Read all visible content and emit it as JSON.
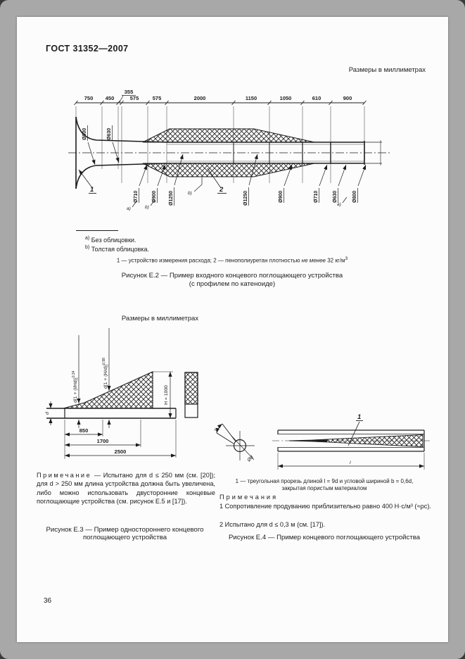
{
  "page": {
    "header": "ГОСТ 31352—2007",
    "units_label_top": "Размеры в миллиметрах",
    "units_label_mid": "Размеры в миллиметрах",
    "page_number": "36"
  },
  "fig_e2": {
    "dims_top": [
      "750",
      "450",
      "575",
      "575",
      "2000",
      "1150",
      "1050",
      "610",
      "900"
    ],
    "dim_offset": "355",
    "diam_labels": [
      "Ø800",
      "Ø630",
      "Ø710",
      "Ø900",
      "Ø1250",
      "Ø1250",
      "Ø900",
      "Ø710",
      "Ø630",
      "Ø800"
    ],
    "callout_a": "a)",
    "callout_b": "b)",
    "part_1": "1",
    "part_2": "2",
    "footnote_a_mark": "a)",
    "footnote_a_text": "Без облицовки.",
    "footnote_b_mark": "b)",
    "footnote_b_text": "Толстая облицовка.",
    "legend_p1": "1 — устройство измерения расхода; 2 — пенополиуретан плотностью ",
    "legend_em": "не менее",
    "legend_p2": " 32 кг/м",
    "legend_sup": "3",
    "caption_line1": "Рисунок Е.2 — Пример входного концевого поглощающего устройства",
    "caption_line2": "(с профилем по катеноиде)"
  },
  "fig_e3": {
    "formula_left_base": "d[1 + (l/Hd)]",
    "formula_left_exp": "0,34",
    "formula_right_base": "d[1 + (H/d)]",
    "formula_right_exp": "0,98",
    "dim_d": "d",
    "dim_h": "H = 1000",
    "dims_bottom": [
      "850",
      "1700",
      "2500"
    ],
    "note_label": "Примечание",
    "note_text": " — Испытано для d ≤ 250 мм (см. [20]); для d > 250 мм длина устройства должна быть увеличена, либо можно использовать двусторонние концевые поглощающие устройства (см. рисунок Е.5 и [17]).",
    "caption": "Рисунок Е.3 — Пример одностороннего концевого поглощающего устройства"
  },
  "fig_e4": {
    "part_1": "1",
    "label_b": "b",
    "label_d": "Ød",
    "label_l": "l",
    "legend_line1": "1 — треугольная прорезь длиной l = 9d и угловой шириной b = 0,6d,",
    "legend_line2": "закрытая пористым материалом",
    "notes_label": "Примечания",
    "note1": "1 Сопротивление продуванию приблизительно равно 400 Н·с/м³ (≈ρc).",
    "note2": "2 Испытано для d ≤ 0,3 м (см. [17]).",
    "caption": "Рисунок Е.4 — Пример концевого поглощающего устройства"
  }
}
